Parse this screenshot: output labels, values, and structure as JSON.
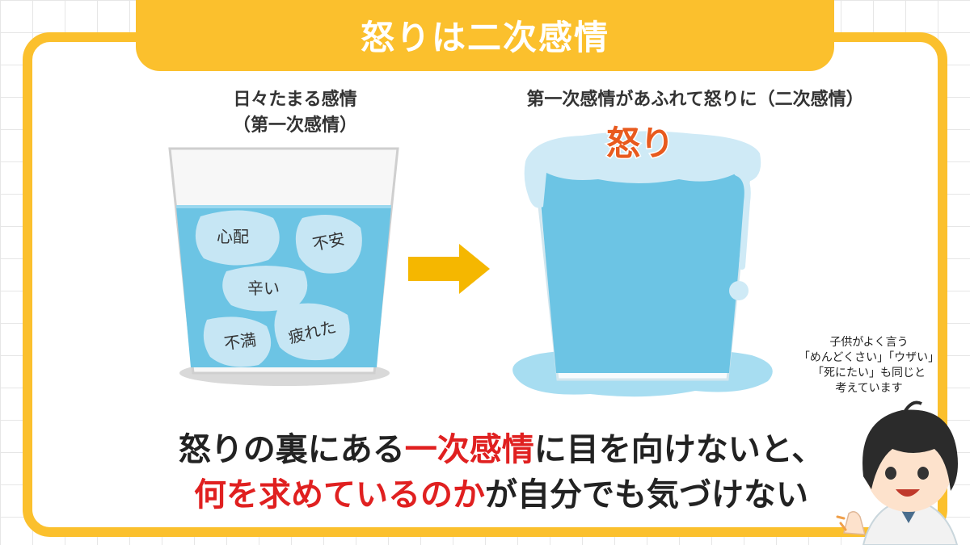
{
  "title": "怒りは二次感情",
  "left_caption": {
    "line1": "日々たまる感情",
    "line2": "（第一次感情）"
  },
  "right_caption": {
    "text": "第一次感情があふれて怒りに（二次感情）"
  },
  "left_glass": {
    "emotions": [
      "心配",
      "不安",
      "辛い",
      "疲れた",
      "不満"
    ]
  },
  "right_glass": {
    "label": "怒り"
  },
  "message": {
    "line1_a": "怒りの裏にある",
    "line1_highlight": "一次感情",
    "line1_b": "に目を向けないと、",
    "line2_highlight": "何を求めているのか",
    "line2_b": "が自分でも気づけない"
  },
  "side_note": {
    "lines": [
      "子供がよく言う",
      "「めんどくさい」「ウザい」",
      "「死にたい」も同じと",
      "考えています"
    ]
  },
  "colors": {
    "frame": "#FBC02D",
    "arrow": "#F5B700",
    "water": "#6CC4E4",
    "anger": "#E85A1E",
    "highlight": "#E02020"
  }
}
